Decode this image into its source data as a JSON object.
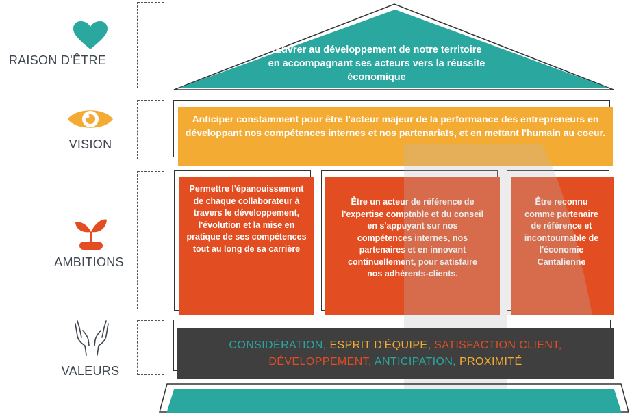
{
  "labels": {
    "raison": "RAISON D'ÊTRE",
    "vision": "VISION",
    "ambitions": "AMBITIONS",
    "valeurs": "VALEURS"
  },
  "icons": {
    "raison": "heart-icon",
    "vision": "eye-icon",
    "ambitions": "sprout-icon",
    "valeurs": "open-hands-icon"
  },
  "roof": {
    "text": "Œuvrer au développement de notre territoire en accompagnant ses acteurs vers la réussite économique"
  },
  "vision": {
    "text": "Anticiper constamment pour être l'acteur majeur de la performance des entrepreneurs en développant nos compétences internes et nos partenariats, et en mettant l'humain au coeur."
  },
  "ambitions": [
    {
      "text": "Permettre l'épanouissement de chaque collaborateur à travers le développement, l'évolution et la mise en pratique de ses compétences tout au long de sa carrière"
    },
    {
      "text": "Être un acteur de référence de l'expertise comptable et du conseil en s'appuyant sur nos compétences internes, nos partenaires et en innovant continuellement, pour satisfaire nos adhérents-clients."
    },
    {
      "text": "Être reconnu comme partenaire de référence et incontournable de l'économie Cantalienne"
    }
  ],
  "valeurs": [
    {
      "text": "CONSIDÉRATION,",
      "color": "#2aa8a0"
    },
    {
      "text": "ESPRIT D'ÉQUIPE,",
      "color": "#f4ab33"
    },
    {
      "text": "SATISFACTION CLIENT,",
      "color": "#e24e22"
    },
    {
      "text": "DÉVELOPPEMENT,",
      "color": "#e24e22"
    },
    {
      "text": "ANTICIPATION,",
      "color": "#2aa8a0"
    },
    {
      "text": "PROXIMITÉ",
      "color": "#f4ab33"
    }
  ],
  "colors": {
    "teal": "#2aa8a0",
    "yellow": "#f4ab33",
    "orange": "#e24e22",
    "dark": "#3f3f3f",
    "label": "#3f4650"
  }
}
